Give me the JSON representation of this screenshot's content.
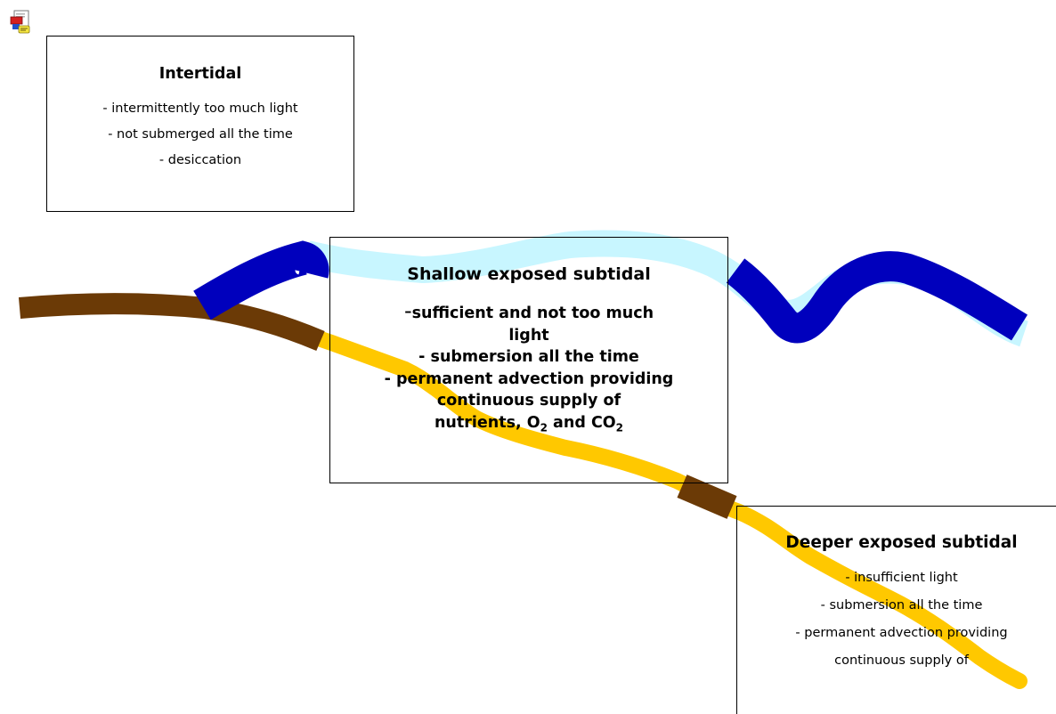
{
  "icon": {
    "name": "document-icon"
  },
  "colors": {
    "deep_blue": "#0000bd",
    "light_cyan": "#c8f6ff",
    "brown": "#6b3a06",
    "gold": "#ffc800"
  },
  "intertidal": {
    "title": "Intertidal",
    "items": [
      "- intermittently too much light",
      "- not submerged all the time",
      "- desiccation"
    ]
  },
  "shallow": {
    "title": "Shallow exposed subtidal",
    "item1_dash": "-",
    "item1_text": "sufficient and not too much",
    "item1_cont": "light",
    "item2": "- submersion all the time",
    "item3": "- permanent advection providing",
    "item4": "continuous supply of",
    "item5_pre": "nutrients, O",
    "item5_sub1": "2",
    "item5_mid": " and CO",
    "item5_sub2": "2"
  },
  "deeper": {
    "title": "Deeper exposed subtidal",
    "items": [
      "- insufficient light",
      "- submersion all the time",
      "- permanent advection providing",
      "continuous supply of"
    ]
  }
}
